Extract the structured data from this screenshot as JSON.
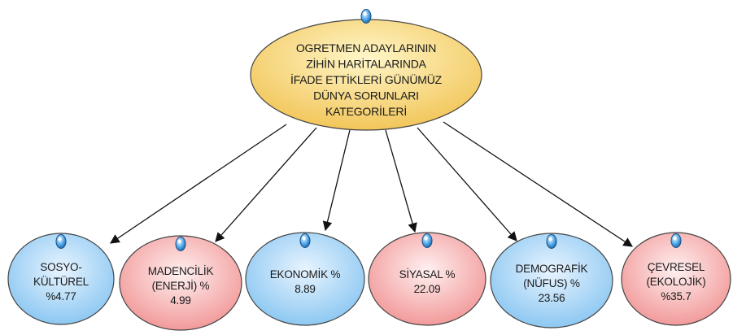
{
  "root": {
    "lines": [
      "OGRETMEN ADAYLARININ",
      "ZİHİN HARİTALARINDA",
      "İFADE ETTİKLERİ GÜNÜMÜZ",
      "DÜNYA SORUNLARI",
      "KATEGORİLERİ"
    ],
    "fill_top": "#fff6c8",
    "fill_bottom": "#f2c65a"
  },
  "children": [
    {
      "lines": [
        "SOSYO-",
        "KÜLTÜREL",
        "%4.77"
      ],
      "color": "blue"
    },
    {
      "lines": [
        "MADENCİLİK",
        "(ENERJİ) %",
        "4.99"
      ],
      "color": "red"
    },
    {
      "lines": [
        "EKONOMİK %",
        "8.89"
      ],
      "color": "blue"
    },
    {
      "lines": [
        "SİYASAL %",
        "22.09"
      ],
      "color": "red"
    },
    {
      "lines": [
        "DEMOGRAFİK",
        "(NÜFUS) %",
        "23.56"
      ],
      "color": "blue"
    },
    {
      "lines": [
        "ÇEVRESEL",
        "(EKOLOJİK)",
        "%35.7"
      ],
      "color": "red"
    }
  ],
  "colors": {
    "blue_center": "#e8f4ff",
    "blue_edge": "#8dc8f2",
    "red_center": "#fff0f0",
    "red_edge": "#f29a9a",
    "outline": "#444444",
    "arrow": "#111111",
    "marker": "#4aa3e8"
  },
  "marker_icon": "info-bubble-icon"
}
